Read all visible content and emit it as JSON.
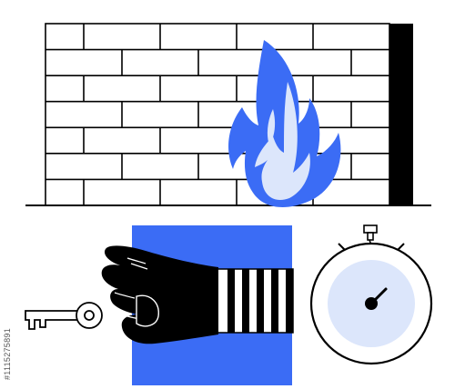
{
  "illustration": {
    "elements": [
      "brick-wall",
      "blue-flame",
      "gloved-hand",
      "key",
      "stopwatch"
    ],
    "stock_id": "#1115275891",
    "colors": {
      "brand_blue": "#3b6cf5",
      "light_blue": "#dce6fb",
      "ink": "#000000",
      "paper": "#ffffff"
    }
  }
}
